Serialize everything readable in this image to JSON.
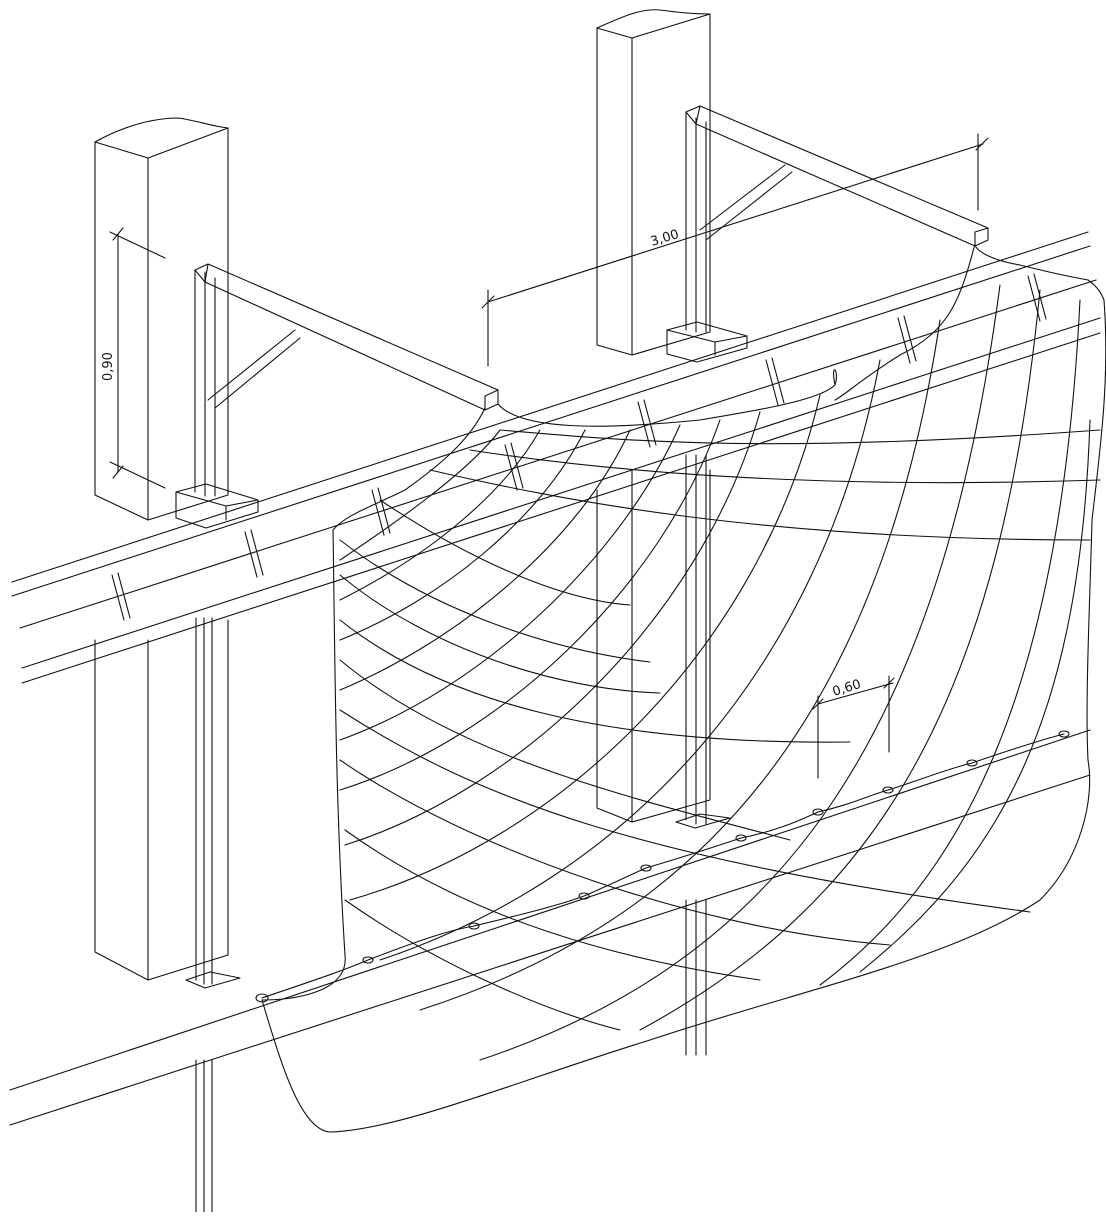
{
  "colors": {
    "line": "#111111",
    "background": "#ffffff"
  },
  "dimensions": {
    "height_label": "0,90",
    "span_label": "3,00",
    "mesh_label": "0,60"
  }
}
